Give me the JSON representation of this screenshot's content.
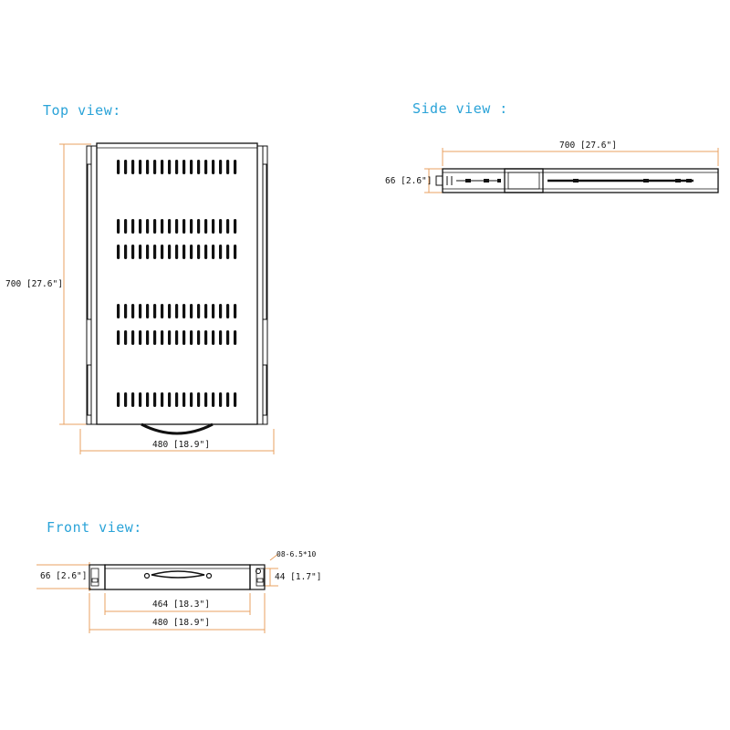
{
  "views": {
    "top": {
      "title": "Top view:",
      "dim_length": "700 [27.6\"]",
      "dim_width": "480 [18.9\"]"
    },
    "side": {
      "title": "Side view :",
      "dim_length": "700 [27.6\"]",
      "dim_height": "66 [2.6\"]"
    },
    "front": {
      "title": "Front view:",
      "dim_height": "66 [2.6\"]",
      "dim_inner_height": "44 [1.7\"]",
      "dim_inner_width": "464 [18.3\"]",
      "dim_width": "480 [18.9\"]",
      "callout": "08-6.5*10"
    }
  },
  "colors": {
    "dimension_line": "#e8a060",
    "title": "#2aa3d8",
    "outline": "#111111"
  }
}
